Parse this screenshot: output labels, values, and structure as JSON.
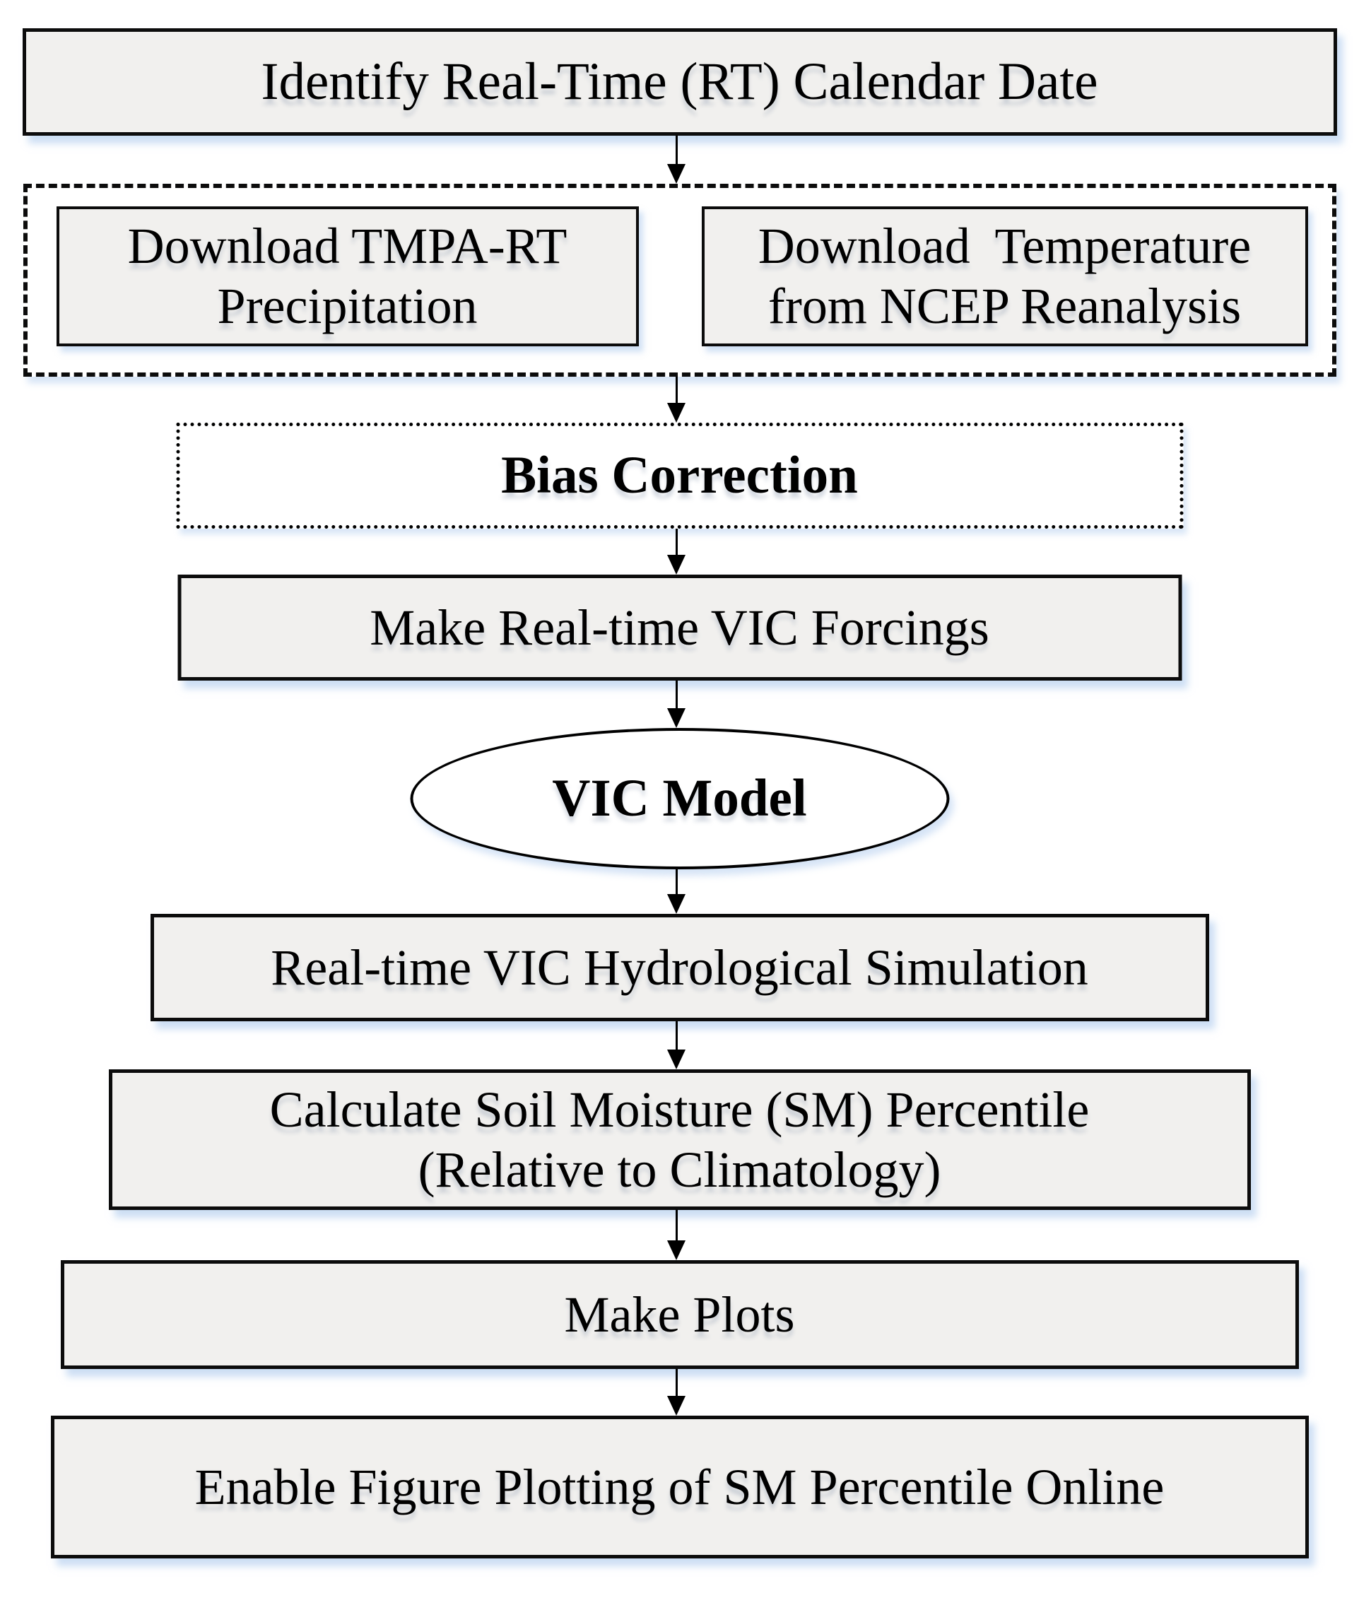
{
  "diagram": {
    "type": "flowchart",
    "colors": {
      "box_fill": "#f1f0ee",
      "box_border": "#0c0c0c",
      "emphasis_fill": "#ffffff",
      "drop_shadow": "#a3c3eb",
      "background": "#ffffff",
      "text": "#000000"
    },
    "nodes": {
      "identify": {
        "text": "Identify Real-Time (RT) Calendar Date"
      },
      "download_precip": {
        "line1": "Download TMPA-RT",
        "line2": "Precipitation"
      },
      "download_temp": {
        "line1": "Download  Temperature",
        "line2": "from NCEP Reanalysis"
      },
      "bias_correction": {
        "text": "Bias Correction"
      },
      "make_forcings": {
        "text": "Make Real-time VIC Forcings"
      },
      "vic_model": {
        "text": "VIC Model"
      },
      "simulation": {
        "text": "Real-time VIC Hydrological Simulation"
      },
      "sm_percentile": {
        "line1": "Calculate Soil Moisture (SM) Percentile",
        "line2": "(Relative to Climatology)"
      },
      "make_plots": {
        "text": "Make Plots"
      },
      "enable_online": {
        "text": "Enable Figure Plotting of SM Percentile Online"
      }
    },
    "flow": [
      "identify -> downloads",
      "downloads -> bias_correction",
      "bias_correction -> make_forcings",
      "make_forcings -> vic_model",
      "vic_model -> simulation",
      "simulation -> sm_percentile",
      "sm_percentile -> make_plots",
      "make_plots -> enable_online"
    ]
  }
}
